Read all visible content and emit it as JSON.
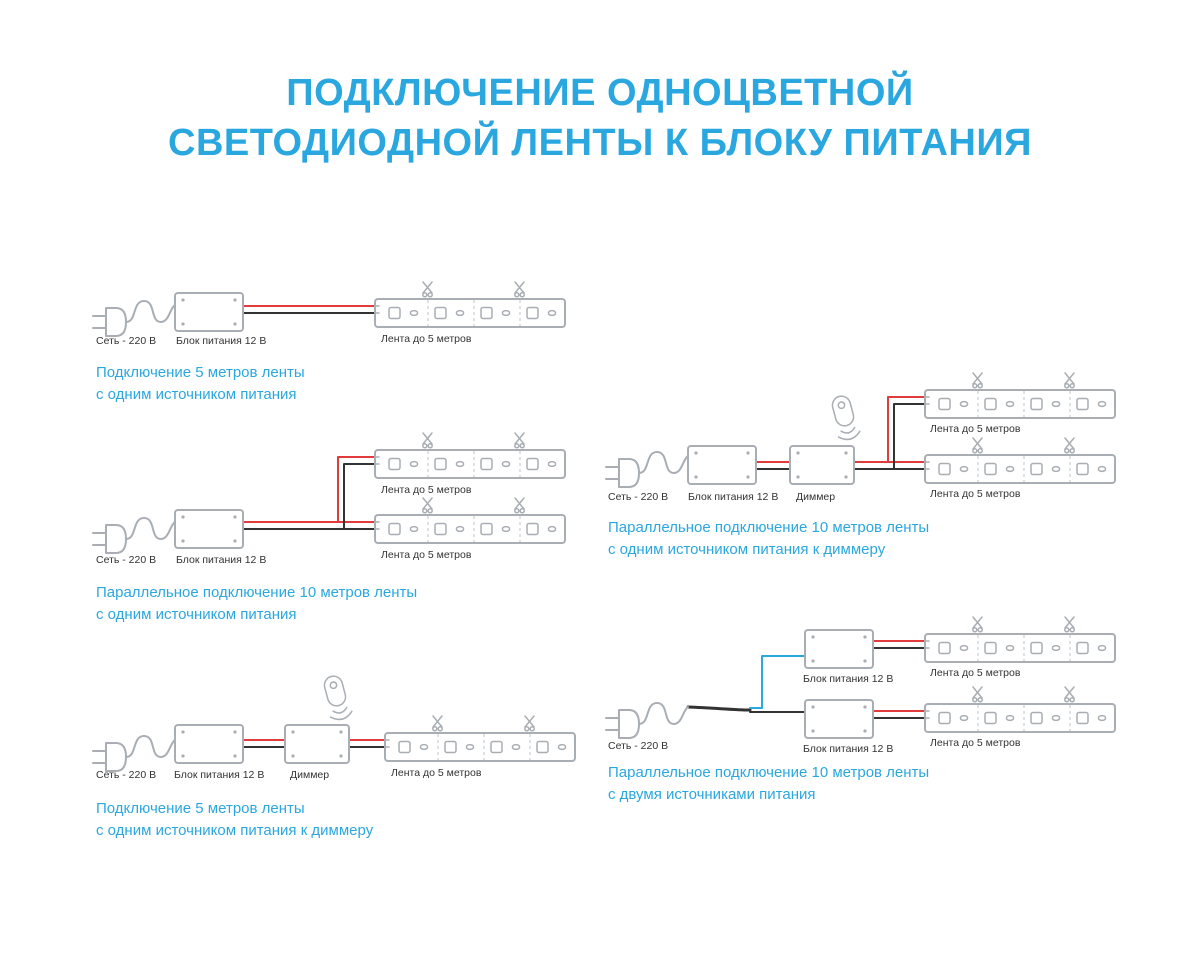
{
  "title": {
    "line1": "ПОДКЛЮЧЕНИЕ ОДНОЦВЕТНОЙ",
    "line2": "СВЕТОДИОДНОЙ ЛЕНТЫ К БЛОКУ ПИТАНИЯ"
  },
  "component_labels": {
    "mains": "Сеть - 220 В",
    "psu": "Блок питания 12 В",
    "dimmer": "Диммер",
    "strip": "Лента до 5 метров"
  },
  "diagrams": [
    {
      "name": "single-5m-one-psu",
      "caption1": "Подключение 5 метров ленты",
      "caption2": "с одним источником питания"
    },
    {
      "name": "parallel-10m-one-psu",
      "caption1": "Параллельное подключение 10 метров ленты",
      "caption2": "с одним источником питания"
    },
    {
      "name": "single-5m-dimmer",
      "caption1": "Подключение 5 метров ленты",
      "caption2": "с одним источником питания к диммеру"
    },
    {
      "name": "parallel-10m-dimmer",
      "caption1": "Параллельное подключение 10 метров ленты",
      "caption2": "с одним источником питания к диммеру"
    },
    {
      "name": "parallel-10m-two-psu",
      "caption1": "Параллельное подключение 10 метров ленты",
      "caption2": "с двумя источниками питания"
    }
  ],
  "colors": {
    "accent": "#2BA7E0",
    "wire_red": "#E23B3B",
    "wire_black": "#333333",
    "wire_blue": "#2BA7E0",
    "outline": "#A8AEB4",
    "label_text": "#333333"
  }
}
